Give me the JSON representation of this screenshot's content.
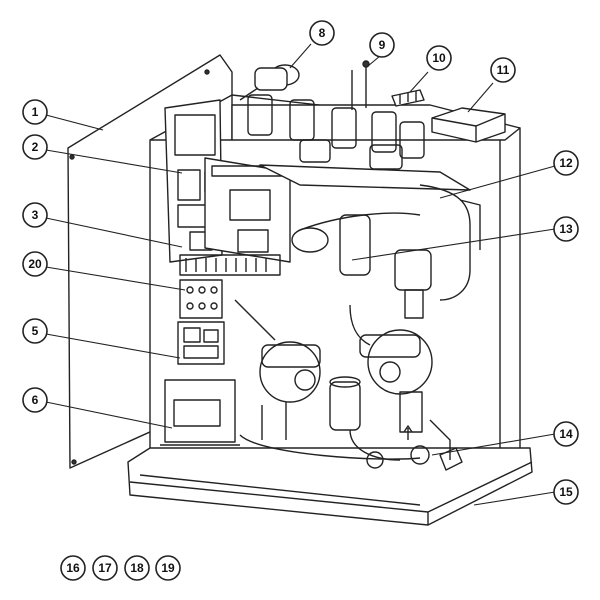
{
  "callouts": [
    {
      "label": "1"
    },
    {
      "label": "2"
    },
    {
      "label": "3"
    },
    {
      "label": "20"
    },
    {
      "label": "5"
    },
    {
      "label": "6"
    },
    {
      "label": "8"
    },
    {
      "label": "9"
    },
    {
      "label": "10"
    },
    {
      "label": "11"
    },
    {
      "label": "12"
    },
    {
      "label": "13"
    },
    {
      "label": "14"
    },
    {
      "label": "15"
    }
  ],
  "footer_labels": [
    {
      "label": "16"
    },
    {
      "label": "17"
    },
    {
      "label": "18"
    },
    {
      "label": "19"
    }
  ]
}
